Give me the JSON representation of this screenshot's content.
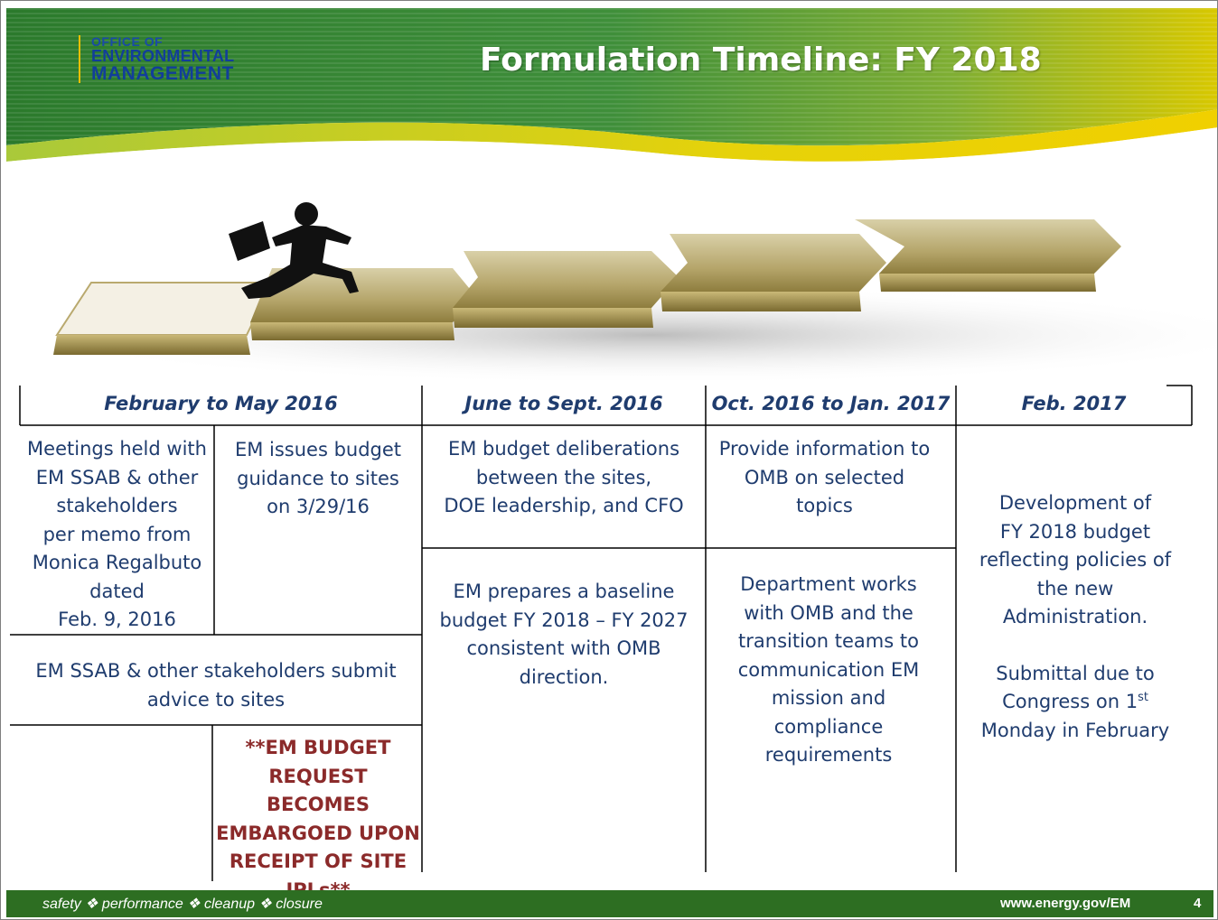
{
  "logo": {
    "line1": "OFFICE OF",
    "line2": "ENVIRONMENTAL",
    "line3": "MANAGEMENT"
  },
  "title": "Formulation Timeline: FY 2018",
  "colors": {
    "header_green": "#2d7a2a",
    "header_yellow": "#d9c400",
    "text_blue": "#1f3c6e",
    "warning_red": "#8b2a2a",
    "footer_green": "#2d6e22"
  },
  "illustration": {
    "icon": "running-businessman-on-steps"
  },
  "columns": [
    {
      "header": "February to May 2016",
      "meetings": [
        "Meetings held with",
        "EM SSAB & other",
        "stakeholders",
        "per memo from",
        "Monica Regalbuto",
        "dated",
        "Feb. 9, 2016"
      ],
      "guidance": [
        "EM issues budget",
        "guidance to sites",
        "on 3/29/16"
      ],
      "advice": [
        "EM SSAB & other stakeholders submit",
        "advice to sites"
      ],
      "embargo": [
        "**EM BUDGET",
        "REQUEST BECOMES",
        "EMBARGOED UPON",
        "RECEIPT OF SITE",
        "IPLs**"
      ]
    },
    {
      "header": "June to Sept. 2016",
      "top": [
        "EM budget deliberations",
        "between the sites,",
        "DOE leadership, and CFO"
      ],
      "bottom": [
        "EM prepares a baseline",
        "budget FY 2018 – FY 2027",
        "consistent with OMB",
        "direction."
      ]
    },
    {
      "header": "Oct. 2016 to Jan. 2017",
      "top": [
        "Provide information to",
        "OMB on selected",
        "topics"
      ],
      "bottom": [
        "Department works",
        "with OMB and the",
        "transition teams to",
        "communication EM",
        "mission and",
        "compliance",
        "requirements"
      ]
    },
    {
      "header": "Feb. 2017",
      "development": [
        "Development of",
        "FY 2018 budget",
        "reflecting policies of",
        "the new",
        "Administration."
      ],
      "submittal_line1": "Submittal due to",
      "submittal_line2_pre": "Congress on 1",
      "submittal_sup": "st",
      "submittal_line3": "Monday in February"
    }
  ],
  "footer": {
    "tagline": "safety ❖ performance ❖ cleanup ❖ closure",
    "url": "www.energy.gov/EM",
    "page": "4"
  }
}
